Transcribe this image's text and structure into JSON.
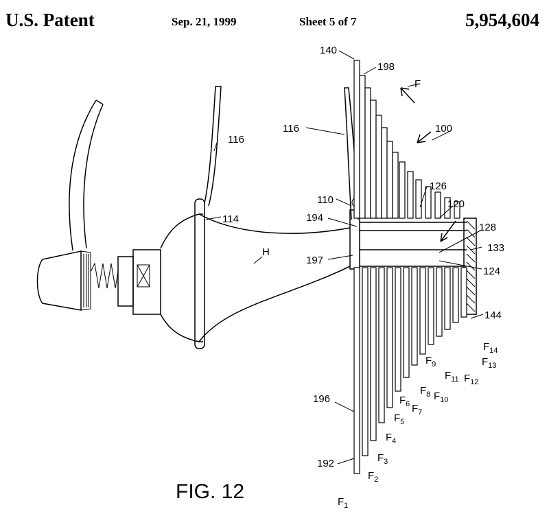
{
  "header": {
    "title": "U.S. Patent",
    "date": "Sep. 21, 1999",
    "sheet": "Sheet 5 of 7",
    "patent_number": "5,954,604"
  },
  "figure": {
    "caption": "FIG. 12",
    "labels": {
      "l140": "140",
      "l198": "198",
      "lF": "F",
      "l100": "100",
      "l116a": "116",
      "l116b": "116",
      "l110": "110",
      "l126": "126",
      "l120": "120",
      "l114": "114",
      "l194": "194",
      "l128": "128",
      "lH": "H",
      "l133": "133",
      "l197": "197",
      "l124": "124",
      "l144": "144",
      "l196": "196",
      "l192": "192"
    },
    "sprockets": [
      {
        "letter": "F",
        "sub": "1"
      },
      {
        "letter": "F",
        "sub": "2"
      },
      {
        "letter": "F",
        "sub": "3"
      },
      {
        "letter": "F",
        "sub": "4"
      },
      {
        "letter": "F",
        "sub": "5"
      },
      {
        "letter": "F",
        "sub": "6"
      },
      {
        "letter": "F",
        "sub": "7"
      },
      {
        "letter": "F",
        "sub": "8"
      },
      {
        "letter": "F",
        "sub": "9"
      },
      {
        "letter": "F",
        "sub": "10"
      },
      {
        "letter": "F",
        "sub": "11"
      },
      {
        "letter": "F",
        "sub": "12"
      },
      {
        "letter": "F",
        "sub": "13"
      },
      {
        "letter": "F",
        "sub": "14"
      }
    ]
  }
}
